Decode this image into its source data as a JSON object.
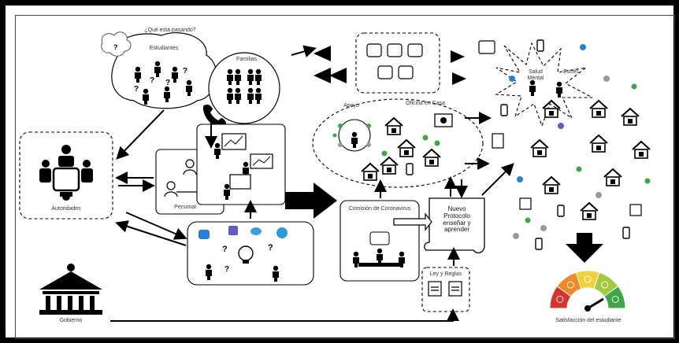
{
  "labels": {
    "question": "¿Qué está pasando?",
    "students": "Estudiantes",
    "families": "Familias",
    "authorities": "Autoridades",
    "staff": "Personal",
    "support": "Apoyo",
    "home_office": "Oficina en Casa",
    "commission": "Comisión de Coronavirus",
    "protocol": "Nuevo Protocolo enseñar y aprender",
    "laws": "Ley y Reglas",
    "government": "Gobierno",
    "mental_health": "Salud Mental",
    "stress": "Estrés",
    "satisfaction": "Satisfacción del estudiante"
  },
  "gauge_colors": [
    "#d9342b",
    "#ef8a2a",
    "#f2d23a",
    "#a3c940",
    "#3fa648"
  ]
}
